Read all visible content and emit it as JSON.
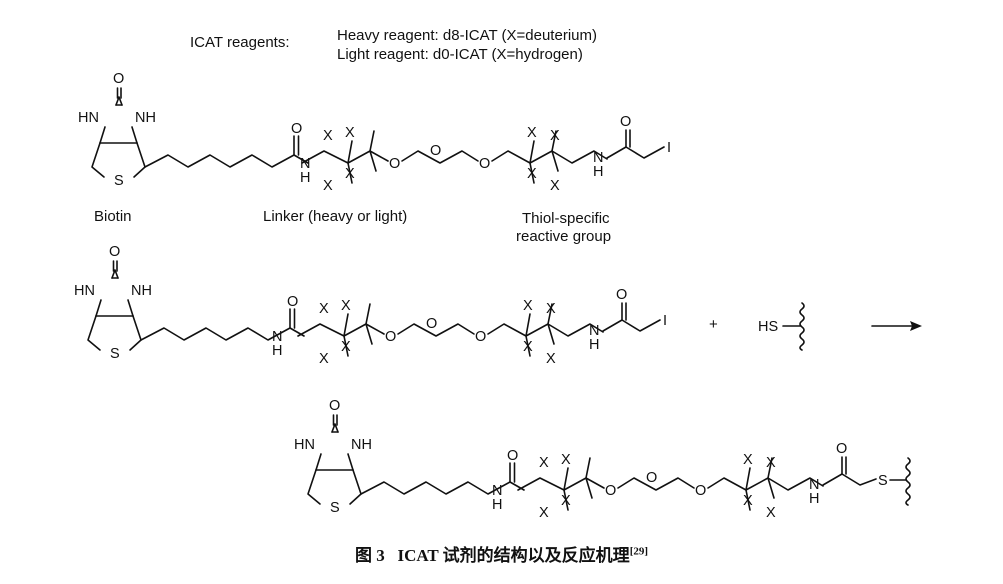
{
  "header": {
    "prefix": "ICAT reagents",
    "colon": ":",
    "heavy": "Heavy reagent: d8-ICAT (X=deuterium)",
    "light": "Light reagent: d0-ICAT (X=hydrogen)"
  },
  "atoms": {
    "oxygen": "O",
    "nh_ring": "HN",
    "hn_ring": "NH",
    "sulfur": "S",
    "amide_n": "N",
    "amide_h": "H",
    "iodine": "I",
    "isotope": "X",
    "thiol": "HS",
    "thioether": "S"
  },
  "labels": {
    "biotin": "Biotin",
    "linker": "Linker (heavy or light)",
    "thiol_line1": "Thiol-specific",
    "thiol_line2": "reactive group"
  },
  "reaction": {
    "plus": "+"
  },
  "caption": {
    "prefix": "图 3",
    "title": "ICAT 试剂的结构以及反应机理",
    "ref": "[29]"
  }
}
